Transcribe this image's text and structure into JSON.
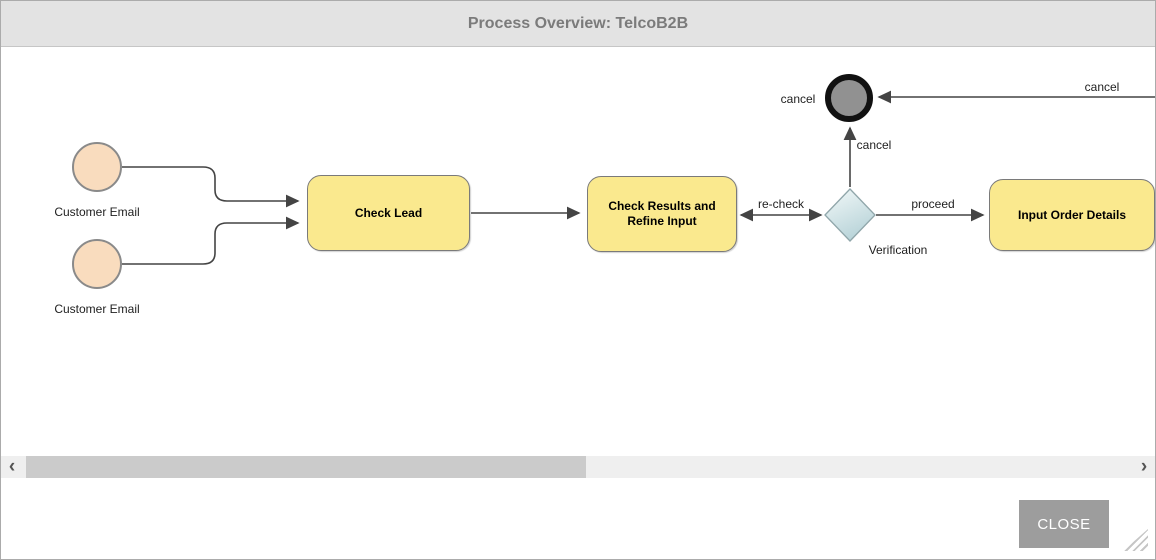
{
  "dialog": {
    "title": "Process Overview: TelcoB2B",
    "close_label": "CLOSE"
  },
  "diagram": {
    "nodes": {
      "start_event_1": {
        "type": "start-event",
        "label": "Customer Email"
      },
      "start_event_2": {
        "type": "start-event",
        "label": "Customer Email"
      },
      "check_lead": {
        "type": "task",
        "label": "Check Lead"
      },
      "check_results": {
        "type": "task",
        "label": "Check Results and Refine Input"
      },
      "verification": {
        "type": "gateway",
        "label": "Verification"
      },
      "input_order_details": {
        "type": "task",
        "label": "Input Order Details"
      },
      "cancel_end_event": {
        "type": "end-event",
        "label": "cancel"
      }
    },
    "edge_labels": {
      "recheck": "re-check",
      "proceed": "proceed",
      "cancel_up": "cancel",
      "cancel_right": "cancel"
    }
  },
  "scrollbar": {
    "left_arrow": "‹",
    "right_arrow": "›"
  },
  "colors": {
    "titlebar_bg": "#e3e3e3",
    "title_text": "#7b7b7b",
    "task_fill": "#fae98e",
    "task_border": "#7a7a7a",
    "event_fill": "#f9dcbe",
    "event_border": "#8a8a8a",
    "gateway_fill_light": "#f3f9f9",
    "gateway_fill_dark": "#b9d4d9",
    "gateway_border": "#90a6aa",
    "end_event_ring": "#111111",
    "end_event_fill": "#919191",
    "connector": "#444444",
    "close_btn_bg": "#9d9d9d",
    "scrollbar_track": "#efefef",
    "scrollbar_thumb": "#cbcbcb"
  }
}
